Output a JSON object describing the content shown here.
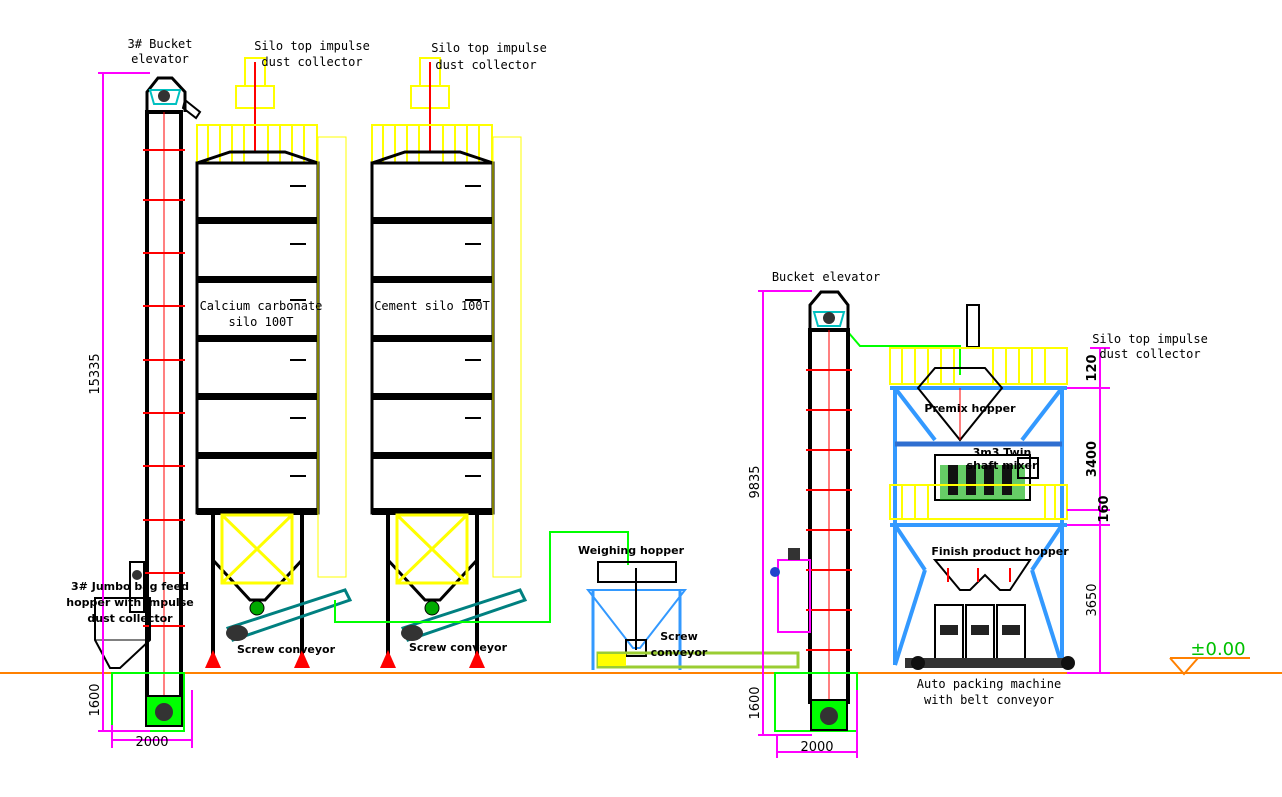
{
  "labels": {
    "bucket_elevator_3": [
      "3# Bucket",
      "elevator"
    ],
    "silo_dust_collector_1": [
      "Silo top impulse",
      "dust collector"
    ],
    "silo_dust_collector_2": [
      "Silo top impulse",
      "dust collector"
    ],
    "silo_dust_collector_3": [
      "Silo top impulse",
      "dust collector"
    ],
    "calcium_silo": [
      "Calcium carbonate",
      "silo 100T"
    ],
    "cement_silo": "Cement silo 100T",
    "jumbo_bag_hopper": [
      "3# Jumbo bag feed",
      "hopper with impulse",
      "dust collector"
    ],
    "screw_conveyor_1": "Screw conveyor",
    "screw_conveyor_2": "Screw conveyor",
    "weighing_hopper": "Weighing hopper",
    "screw_conveyor_3": [
      "Screw",
      "conveyor"
    ],
    "bucket_elevator": "Bucket elevator",
    "premix_hopper": "Premix hopper",
    "twin_mixer": [
      "3m3 Twin",
      "shaft mixer"
    ],
    "finish_product_hopper": "Finish product hopper",
    "auto_packing": [
      "Auto packing machine",
      "with belt conveyor"
    ]
  },
  "dimensions": {
    "left_height": "15335",
    "left_pit_depth": "1600",
    "left_pit_width": "2000",
    "mid_height": "9835",
    "mid_pit_depth": "1600",
    "mid_pit_width": "2000",
    "right_top": "120",
    "right_upper": "3400",
    "right_mid": "160",
    "right_lower": "3650",
    "ground_level": "±0.00"
  },
  "colors": {
    "ground": "#ff8000",
    "dimension": "#ff00ff",
    "frame": "#3399ff",
    "railing": "#ffff00",
    "pipe": "#00ff00",
    "screw": "#008080",
    "support_foot": "#ff0000",
    "structure": "#000000"
  }
}
